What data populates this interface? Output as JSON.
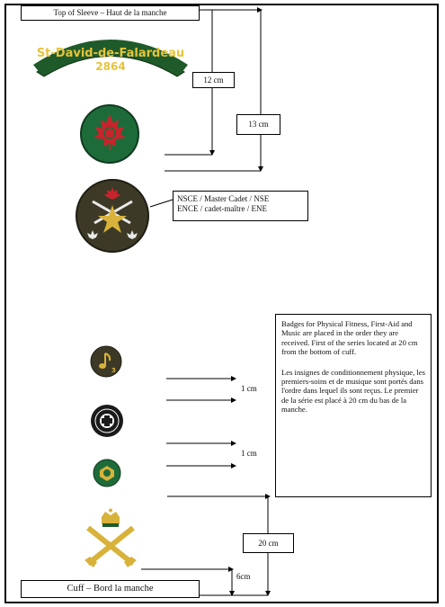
{
  "labels": {
    "top_of_sleeve": "Top of Sleeve – Haut de la manche",
    "cuff": "Cuff – Bord la manche",
    "dist_12cm": "12 cm",
    "dist_13cm": "13 cm",
    "dist_1cm_a": "1 cm",
    "dist_1cm_b": "1 cm",
    "dist_20cm": "20 cm",
    "dist_6cm": "6cm"
  },
  "tab": {
    "line1": "St-David-de-Falardeau",
    "line2": "2864"
  },
  "rank_note": {
    "en": "NSCE / Master Cadet / NSE",
    "fr": "ENCE / cadet-maître / ENE"
  },
  "badge_note": {
    "en": "Badges for Physical Fitness, First-Aid and Music are placed in the order they are received. First of the series located at 20 cm from the bottom of cuff.",
    "fr": "Les insignes de conditionnement physique, les premiers-soins et de musique sont portés dans l'ordre dans lequel ils sont reçus. Le premier de la série est placé à 20 cm du bas de la manche."
  },
  "colors": {
    "tab_green": "#1f5b2a",
    "tab_text": "#e7c33a",
    "maple_red": "#c8242c",
    "badge_olive": "#3c3a27",
    "gold": "#d8b23a"
  }
}
